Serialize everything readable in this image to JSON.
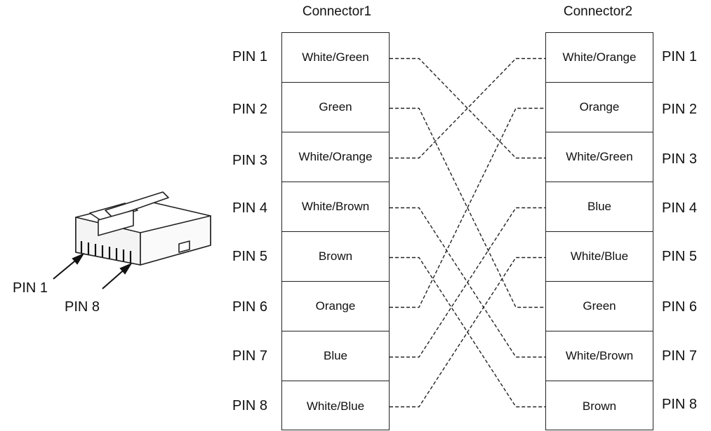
{
  "connector1": {
    "title": "Connector1",
    "pins": [
      {
        "pin": "PIN 1",
        "color": "White/Green"
      },
      {
        "pin": "PIN 2",
        "color": "Green"
      },
      {
        "pin": "PIN 3",
        "color": "White/Orange"
      },
      {
        "pin": "PIN 4",
        "color": "White/Brown"
      },
      {
        "pin": "PIN 5",
        "color": "Brown"
      },
      {
        "pin": "PIN 6",
        "color": "Orange"
      },
      {
        "pin": "PIN 7",
        "color": "Blue"
      },
      {
        "pin": "PIN 8",
        "color": "White/Blue"
      }
    ]
  },
  "connector2": {
    "title": "Connector2",
    "pins": [
      {
        "pin": "PIN 1",
        "color": "White/Orange"
      },
      {
        "pin": "PIN 2",
        "color": "Orange"
      },
      {
        "pin": "PIN 3",
        "color": "White/Green"
      },
      {
        "pin": "PIN 4",
        "color": "Blue"
      },
      {
        "pin": "PIN 5",
        "color": "White/Blue"
      },
      {
        "pin": "PIN 6",
        "color": "Green"
      },
      {
        "pin": "PIN 7",
        "color": "White/Brown"
      },
      {
        "pin": "PIN 8",
        "color": "Brown"
      }
    ]
  },
  "wiring": [
    {
      "from": 1,
      "to": 3
    },
    {
      "from": 2,
      "to": 6
    },
    {
      "from": 3,
      "to": 1
    },
    {
      "from": 4,
      "to": 7
    },
    {
      "from": 5,
      "to": 8
    },
    {
      "from": 6,
      "to": 2
    },
    {
      "from": 7,
      "to": 4
    },
    {
      "from": 8,
      "to": 5
    }
  ],
  "plug": {
    "pin1_label": "PIN 1",
    "pin8_label": "PIN 8"
  }
}
